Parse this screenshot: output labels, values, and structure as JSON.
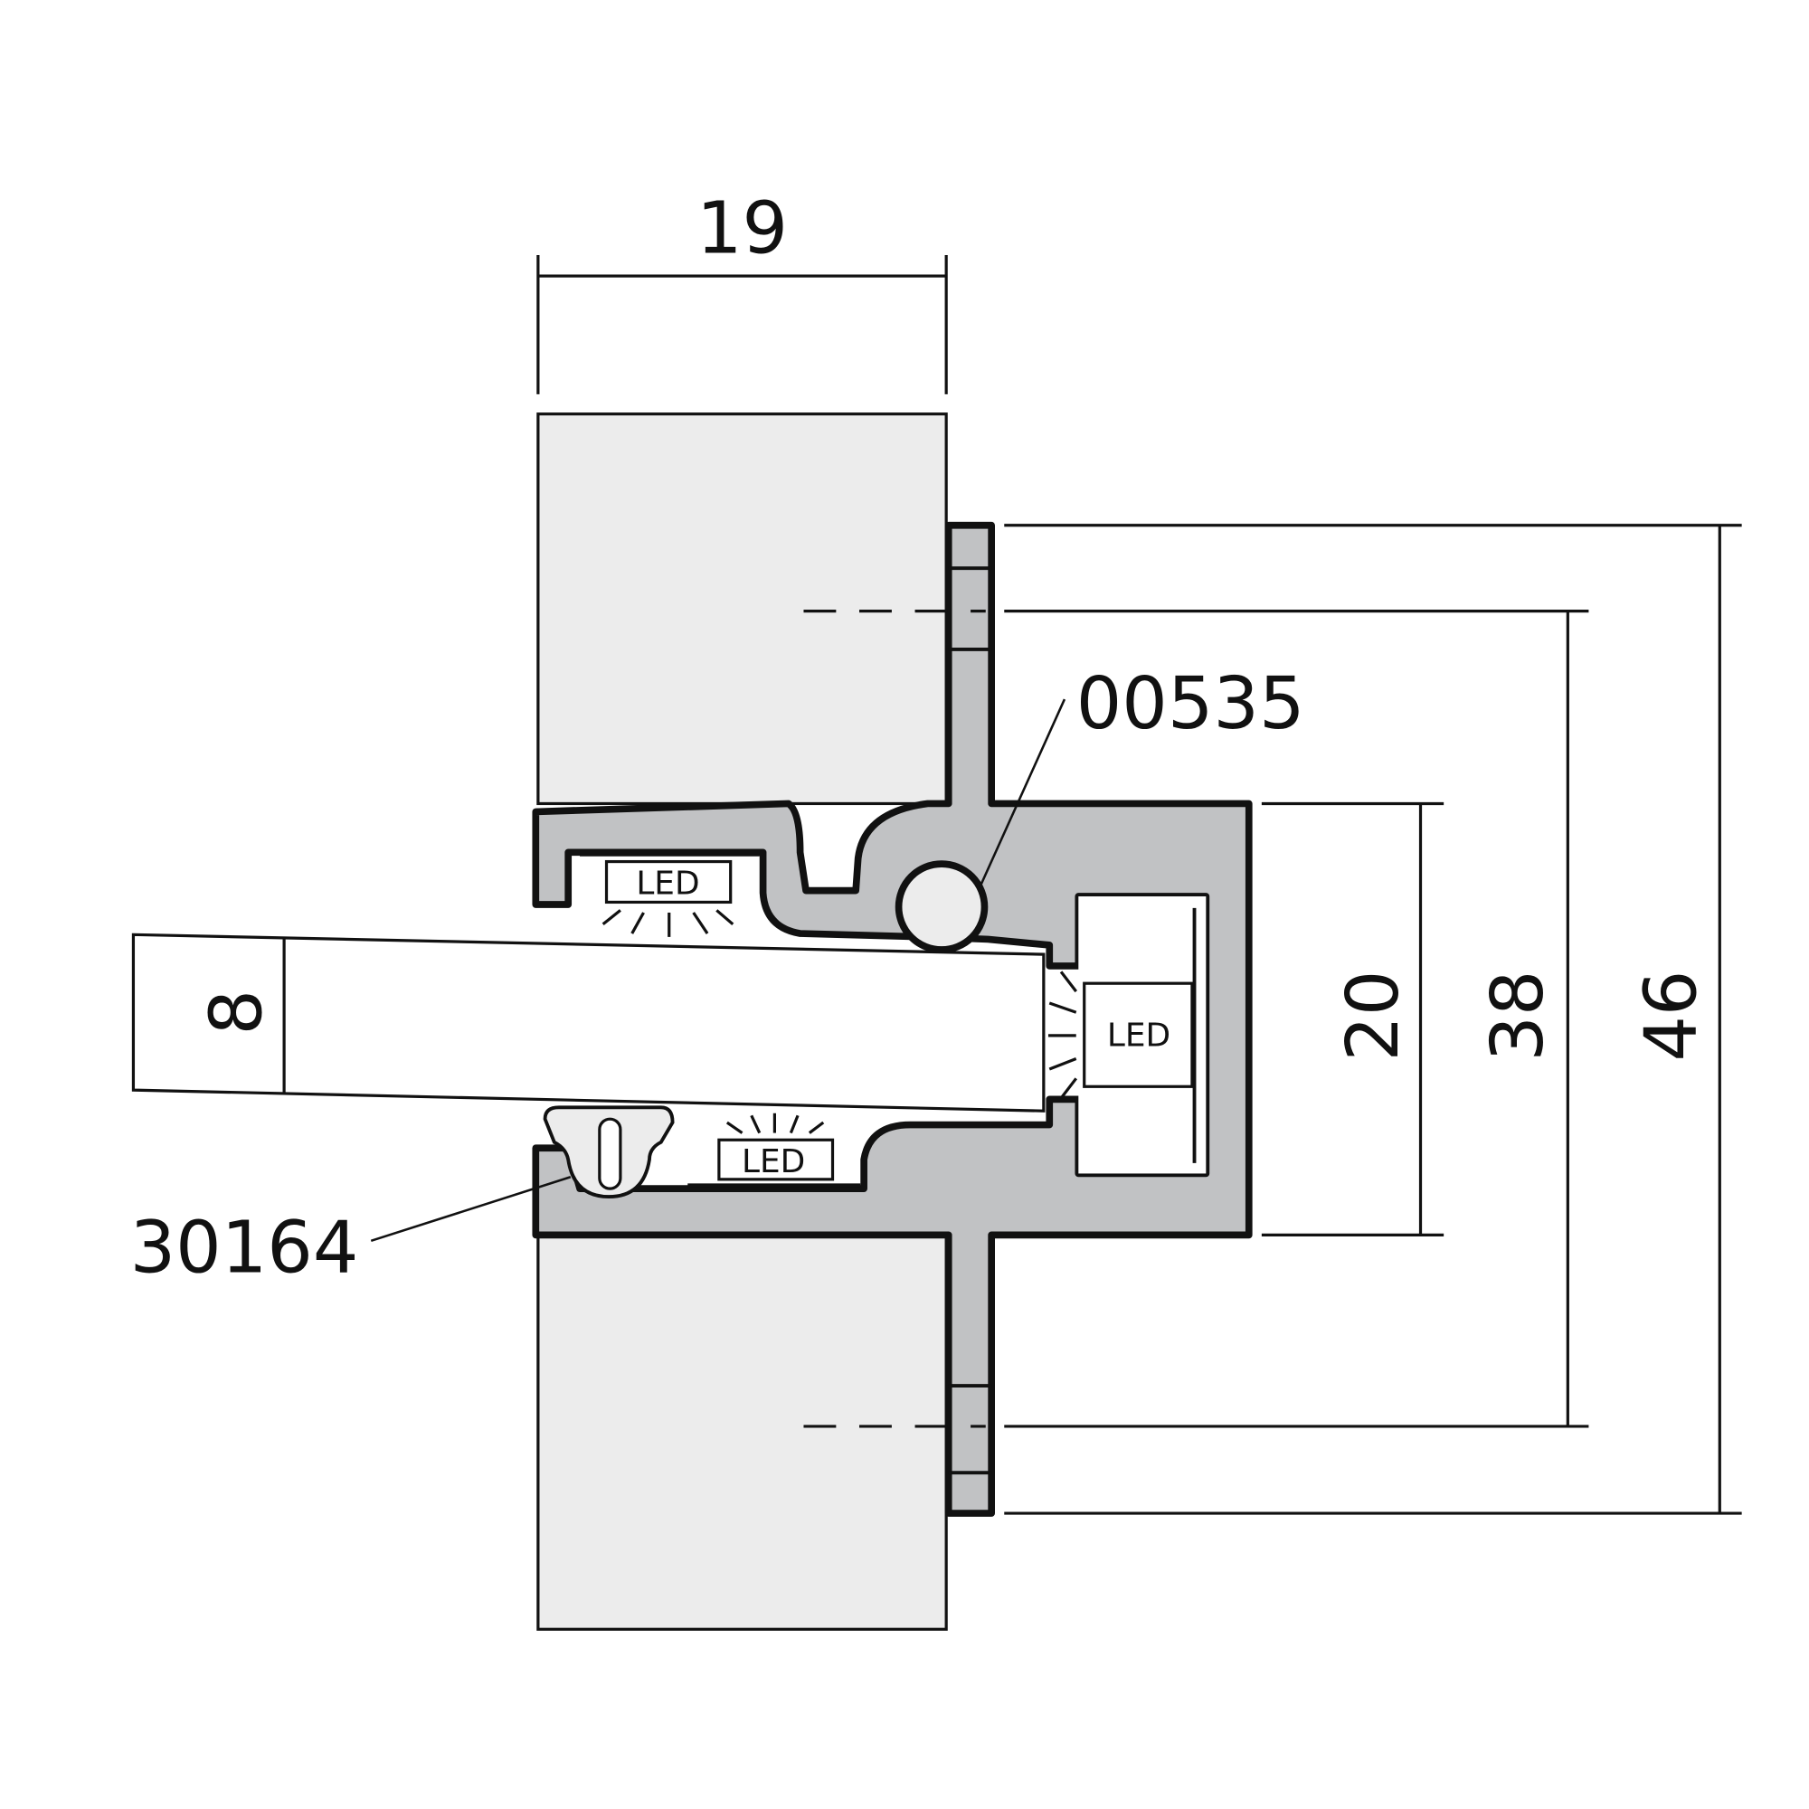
{
  "dimensions": {
    "width_top": "19",
    "glass": "8",
    "d20": "20",
    "d38": "38",
    "d46": "46"
  },
  "labels": {
    "gasket": "00535",
    "seal": "30164"
  },
  "led": {
    "top": "LED",
    "bottom": "LED",
    "right": "LED"
  },
  "colors": {
    "profile": "#c1c2c4",
    "wood": "#ececec",
    "line": "#111111"
  }
}
